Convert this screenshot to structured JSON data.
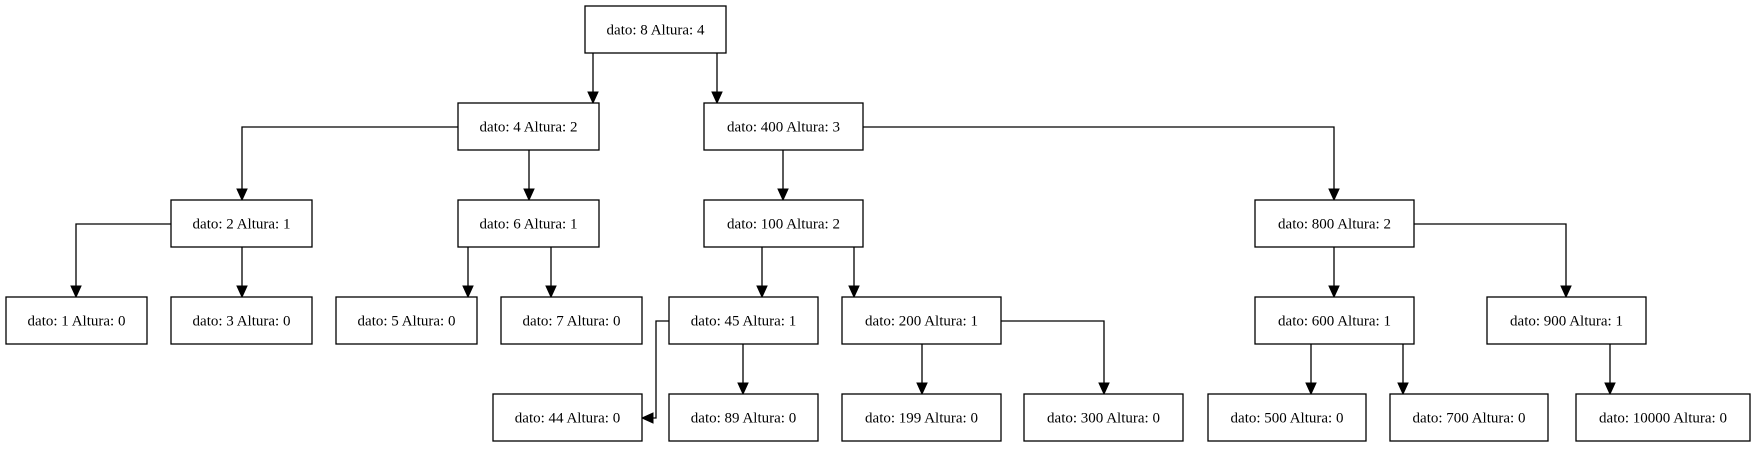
{
  "nodes": [
    {
      "id": "n8",
      "label": "dato: 8 Altura: 4"
    },
    {
      "id": "n4",
      "label": "dato: 4 Altura: 2"
    },
    {
      "id": "n400",
      "label": "dato: 400 Altura: 3"
    },
    {
      "id": "n2",
      "label": "dato: 2 Altura: 1"
    },
    {
      "id": "n6",
      "label": "dato: 6 Altura: 1"
    },
    {
      "id": "n100",
      "label": "dato: 100 Altura: 2"
    },
    {
      "id": "n800",
      "label": "dato: 800 Altura: 2"
    },
    {
      "id": "n1",
      "label": "dato: 1 Altura: 0"
    },
    {
      "id": "n3",
      "label": "dato: 3 Altura: 0"
    },
    {
      "id": "n5",
      "label": "dato: 5 Altura: 0"
    },
    {
      "id": "n7",
      "label": "dato: 7 Altura: 0"
    },
    {
      "id": "n45",
      "label": "dato: 45 Altura: 1"
    },
    {
      "id": "n200",
      "label": "dato: 200 Altura: 1"
    },
    {
      "id": "n600",
      "label": "dato: 600 Altura: 1"
    },
    {
      "id": "n900",
      "label": "dato: 900 Altura: 1"
    },
    {
      "id": "n44",
      "label": "dato: 44 Altura: 0"
    },
    {
      "id": "n89",
      "label": "dato: 89 Altura: 0"
    },
    {
      "id": "n199",
      "label": "dato: 199 Altura: 0"
    },
    {
      "id": "n300",
      "label": "dato: 300 Altura: 0"
    },
    {
      "id": "n500",
      "label": "dato: 500 Altura: 0"
    },
    {
      "id": "n700",
      "label": "dato: 700 Altura: 0"
    },
    {
      "id": "n10000",
      "label": "dato: 10000 Altura: 0"
    }
  ],
  "edges": [
    {
      "from": "n8",
      "to": "n4"
    },
    {
      "from": "n8",
      "to": "n400"
    },
    {
      "from": "n4",
      "to": "n2"
    },
    {
      "from": "n4",
      "to": "n6"
    },
    {
      "from": "n400",
      "to": "n100"
    },
    {
      "from": "n400",
      "to": "n800"
    },
    {
      "from": "n2",
      "to": "n1"
    },
    {
      "from": "n2",
      "to": "n3"
    },
    {
      "from": "n6",
      "to": "n5"
    },
    {
      "from": "n6",
      "to": "n7"
    },
    {
      "from": "n100",
      "to": "n45"
    },
    {
      "from": "n100",
      "to": "n200"
    },
    {
      "from": "n800",
      "to": "n600"
    },
    {
      "from": "n800",
      "to": "n900"
    },
    {
      "from": "n45",
      "to": "n44"
    },
    {
      "from": "n45",
      "to": "n89"
    },
    {
      "from": "n200",
      "to": "n199"
    },
    {
      "from": "n200",
      "to": "n300"
    },
    {
      "from": "n600",
      "to": "n500"
    },
    {
      "from": "n600",
      "to": "n700"
    },
    {
      "from": "n900",
      "to": "n10000"
    }
  ]
}
